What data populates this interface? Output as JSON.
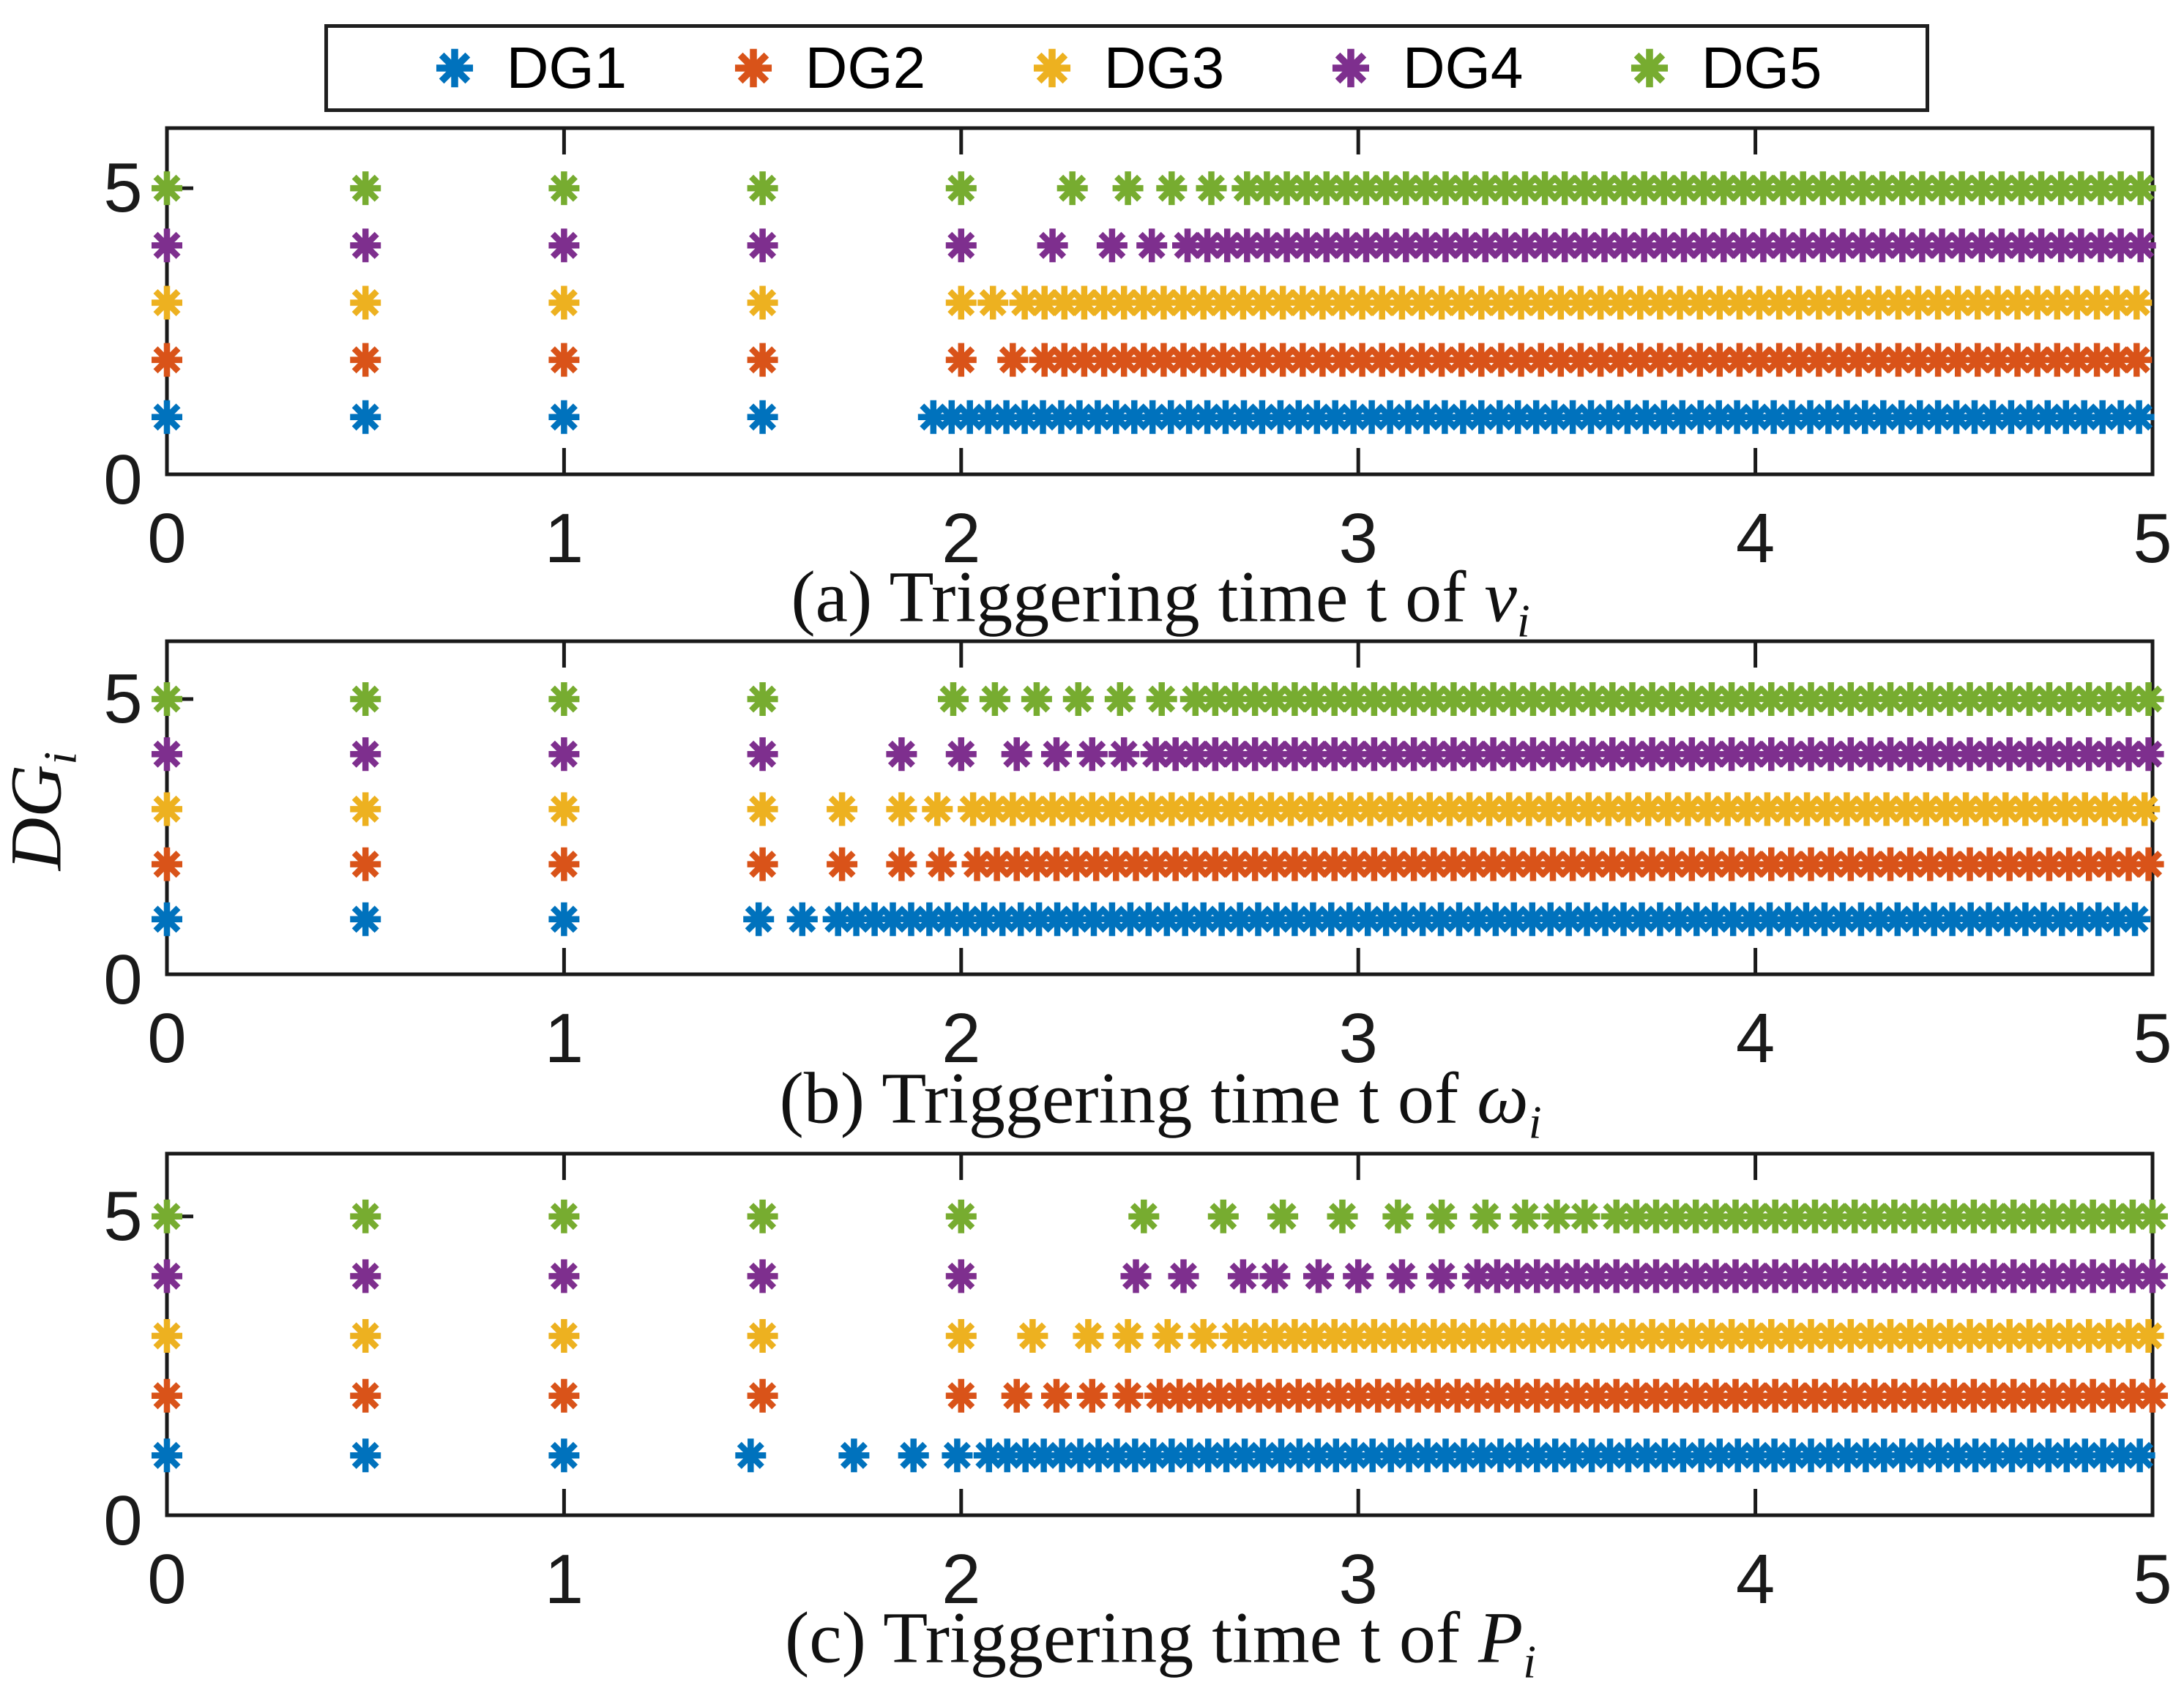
{
  "figure": {
    "ylabel": {
      "base": "DG",
      "sub": "i"
    },
    "axis_color": "#1a1a1a",
    "legend": {
      "items": [
        {
          "label": "DG1",
          "color": "#0072BD"
        },
        {
          "label": "DG2",
          "color": "#D95319"
        },
        {
          "label": "DG3",
          "color": "#EDB120"
        },
        {
          "label": "DG4",
          "color": "#7E2F8E"
        },
        {
          "label": "DG5",
          "color": "#77AC30"
        }
      ]
    }
  },
  "chart_data": [
    {
      "type": "scatter",
      "marker": "asterisk",
      "caption": {
        "prefix": "(a) Triggering time t of ",
        "var": "v",
        "sub": "i"
      },
      "xlim": [
        0,
        5
      ],
      "ylim": [
        0,
        6.05
      ],
      "xticks": [
        "0",
        "1",
        "2",
        "3",
        "4",
        "5"
      ],
      "yticks": [
        {
          "v": 5,
          "label": "5"
        },
        {
          "v": 0,
          "label": "0"
        }
      ],
      "grid": false,
      "series": [
        {
          "name": "DG1",
          "y": 1,
          "color": "#0072BD",
          "points": [
            0,
            0.5,
            1.0,
            1.5
          ],
          "runs": [
            [
              1.93,
              5.0,
              0.046
            ]
          ]
        },
        {
          "name": "DG2",
          "y": 2,
          "color": "#D95319",
          "points": [
            0,
            0.5,
            1.0,
            1.5,
            2.0,
            2.13
          ],
          "runs": [
            [
              2.21,
              5.0,
              0.05
            ]
          ]
        },
        {
          "name": "DG3",
          "y": 3,
          "color": "#EDB120",
          "points": [
            0,
            0.5,
            1.0,
            1.5,
            2.0,
            2.08
          ],
          "runs": [
            [
              2.16,
              5.0,
              0.05
            ]
          ]
        },
        {
          "name": "DG4",
          "y": 4,
          "color": "#7E2F8E",
          "points": [
            0,
            0.5,
            1.0,
            1.5,
            2.0,
            2.23,
            2.38,
            2.48
          ],
          "runs": [
            [
              2.57,
              5.0,
              0.05
            ]
          ]
        },
        {
          "name": "DG5",
          "y": 5,
          "color": "#77AC30",
          "points": [
            0,
            0.5,
            1.0,
            1.5,
            2.0,
            2.28,
            2.42,
            2.53,
            2.63
          ],
          "runs": [
            [
              2.72,
              5.0,
              0.05
            ]
          ]
        }
      ]
    },
    {
      "type": "scatter",
      "marker": "asterisk",
      "caption": {
        "prefix": "(b) Triggering time t of ",
        "var": "ω",
        "sub": "i"
      },
      "xlim": [
        0,
        5
      ],
      "ylim": [
        0,
        6.05
      ],
      "xticks": [
        "0",
        "1",
        "2",
        "3",
        "4",
        "5"
      ],
      "yticks": [
        {
          "v": 5,
          "label": "5"
        },
        {
          "v": 0,
          "label": "0"
        }
      ],
      "grid": false,
      "series": [
        {
          "name": "DG1",
          "y": 1,
          "color": "#0072BD",
          "points": [
            0,
            0.5,
            1.0,
            1.49,
            1.6
          ],
          "runs": [
            [
              1.69,
              5.0,
              0.046
            ]
          ]
        },
        {
          "name": "DG2",
          "y": 2,
          "color": "#D95319",
          "points": [
            0,
            0.5,
            1.0,
            1.5,
            1.7,
            1.85,
            1.95
          ],
          "runs": [
            [
              2.04,
              5.0,
              0.05
            ]
          ]
        },
        {
          "name": "DG3",
          "y": 3,
          "color": "#EDB120",
          "points": [
            0,
            0.5,
            1.0,
            1.5,
            1.7,
            1.85,
            1.94
          ],
          "runs": [
            [
              2.03,
              5.0,
              0.05
            ]
          ]
        },
        {
          "name": "DG4",
          "y": 4,
          "color": "#7E2F8E",
          "points": [
            0,
            0.5,
            1.0,
            1.5,
            1.85,
            2.0,
            2.14,
            2.24,
            2.33,
            2.41
          ],
          "runs": [
            [
              2.49,
              5.0,
              0.05
            ]
          ]
        },
        {
          "name": "DG5",
          "y": 5,
          "color": "#77AC30",
          "points": [
            0,
            0.5,
            1.0,
            1.5
          ],
          "runs": [
            [
              1.98,
              2.51,
              0.105
            ],
            [
              2.59,
              5.0,
              0.05
            ]
          ]
        }
      ]
    },
    {
      "type": "scatter",
      "marker": "asterisk",
      "caption": {
        "prefix": "(c) Triggering time t of ",
        "var": "P",
        "sub": "i"
      },
      "xlim": [
        0,
        5
      ],
      "ylim": [
        0,
        6.05
      ],
      "xticks": [
        "0",
        "1",
        "2",
        "3",
        "4",
        "5"
      ],
      "yticks": [
        {
          "v": 5,
          "label": "5"
        },
        {
          "v": 0,
          "label": "0"
        }
      ],
      "grid": false,
      "series": [
        {
          "name": "DG1",
          "y": 1,
          "color": "#0072BD",
          "points": [
            0,
            0.5,
            1.0,
            1.47,
            1.73,
            1.88,
            1.99
          ],
          "runs": [
            [
              2.07,
              5.0,
              0.046
            ]
          ]
        },
        {
          "name": "DG2",
          "y": 2,
          "color": "#D95319",
          "points": [
            0,
            0.5,
            1.0,
            1.5,
            2.0,
            2.14,
            2.24,
            2.33,
            2.42
          ],
          "runs": [
            [
              2.5,
              5.0,
              0.05
            ]
          ]
        },
        {
          "name": "DG3",
          "y": 3,
          "color": "#EDB120",
          "points": [
            0,
            0.5,
            1.0,
            1.5,
            2.0,
            2.18,
            2.32,
            2.42,
            2.52,
            2.61
          ],
          "runs": [
            [
              2.69,
              5.0,
              0.05
            ]
          ]
        },
        {
          "name": "DG4",
          "y": 4,
          "color": "#7E2F8E",
          "points": [
            0,
            0.5,
            1.0,
            1.5,
            2.0,
            2.44,
            2.56,
            2.71,
            2.79,
            2.9,
            3.0,
            3.11,
            3.21
          ],
          "runs": [
            [
              3.3,
              5.0,
              0.05
            ]
          ]
        },
        {
          "name": "DG5",
          "y": 5,
          "color": "#77AC30",
          "points": [
            0,
            0.5,
            1.0,
            1.5,
            2.0,
            2.46,
            2.66,
            2.81,
            2.96,
            3.1,
            3.21,
            3.32,
            3.42,
            3.5,
            3.57
          ],
          "runs": [
            [
              3.65,
              5.0,
              0.05
            ]
          ]
        }
      ]
    }
  ]
}
